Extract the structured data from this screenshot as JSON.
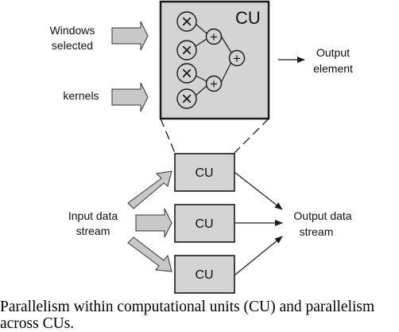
{
  "diagram": {
    "top": {
      "cu_title": "CU",
      "input1_line1": "Windows",
      "input1_line2": "selected",
      "input2": "kernels",
      "output_line1": "Output",
      "output_line2": "element",
      "multiply_symbol": "×",
      "add_symbol": "+"
    },
    "bottom": {
      "units": [
        "CU",
        "CU",
        "CU"
      ],
      "input_line1": "Input data",
      "input_line2": "stream",
      "output_line1": "Output data",
      "output_line2": "stream"
    }
  },
  "caption": {
    "text": "Parallelism within computational units (CU) and parallelism across CUs."
  },
  "colors": {
    "box_fill": "#d4d4d4",
    "arrow_fill": "#c8c8c8",
    "stroke": "#1a1a1a"
  }
}
